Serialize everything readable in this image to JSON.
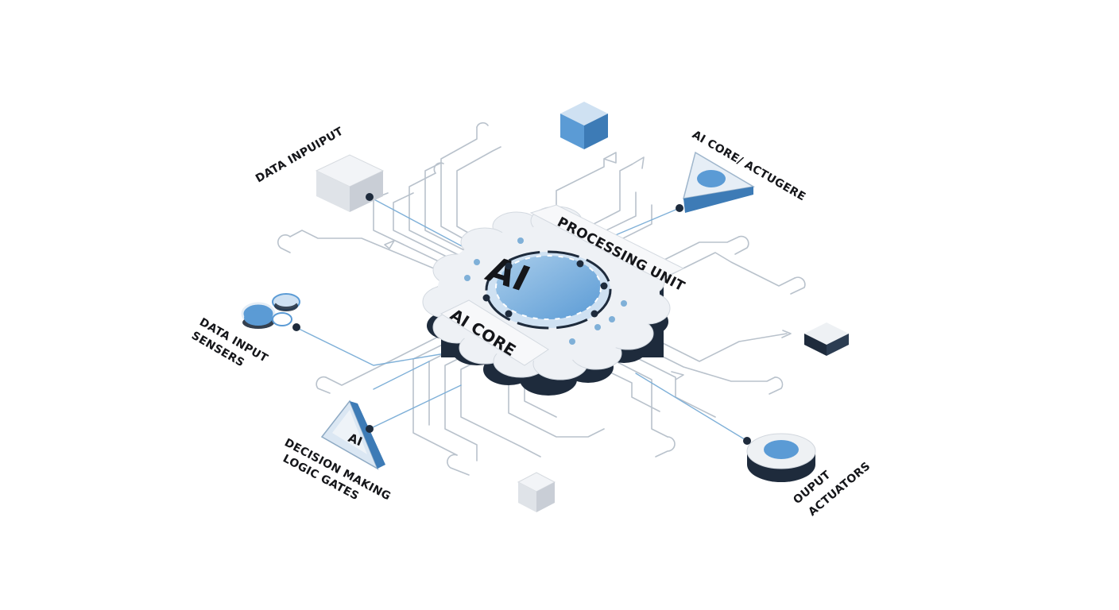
{
  "diagram": {
    "core_text": "AI",
    "labels": {
      "processing_unit": "PROCESSING UNIT",
      "ai_core": "AI CORE",
      "data_input_top": "DATA INPUIPUT",
      "ai_core_actuator": "AI CORE/ ACTUGERE",
      "data_input_sensors_1": "DATA INPUT",
      "data_input_sensors_2": "SENSERS",
      "decision_1": "DECISION MAKING",
      "decision_2": "LOGIC GATES",
      "output_1": "OUPUT",
      "output_2": "ACTUATORS",
      "gate_badge": "AI"
    },
    "colors": {
      "accent_blue": "#5b9bd5",
      "dark_navy": "#1e2b3c",
      "light_gray": "#e6e9ee",
      "trace_gray": "#b9c2cc"
    }
  }
}
